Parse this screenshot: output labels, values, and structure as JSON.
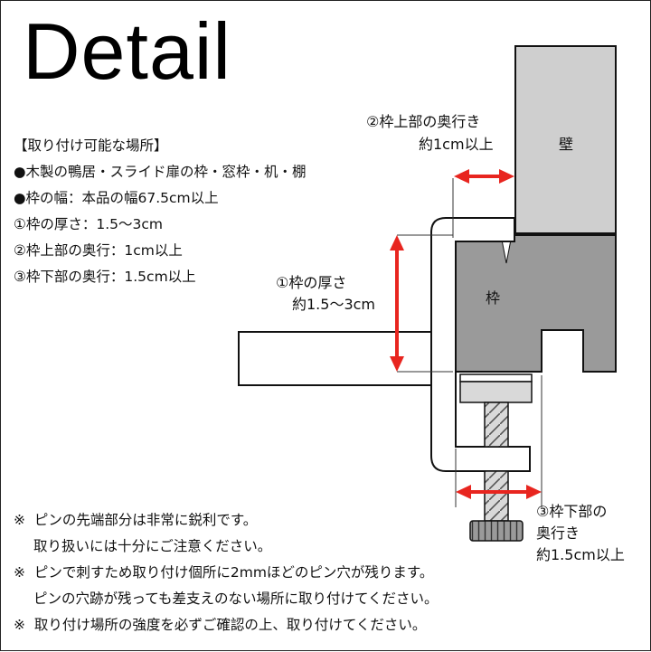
{
  "title": "Detail",
  "spec": {
    "heading": "【取り付け可能な場所】",
    "line1": "●木製の鴨居・スライド扉の枠・窓枠・机・棚",
    "line2": "●枠の幅：本品の幅67.5cm以上",
    "line3": "①枠の厚さ：1.5～3cm",
    "line4": "②枠上部の奥行：1cm以上",
    "line5": "③枠下部の奥行：1.5cm以上"
  },
  "diagram": {
    "wall_label": "壁",
    "frame_label": "枠",
    "label1_line1": "①枠の厚さ",
    "label1_line2": "約1.5～3cm",
    "label2_line1": "②枠上部の奥行き",
    "label2_line2": "約1cm以上",
    "label3_line1": "③枠下部の",
    "label3_line2": "奥行き",
    "label3_line3": "約1.5cm以上",
    "colors": {
      "arrow": "#e8251f",
      "wall": "#cfcfcf",
      "frame": "#9a9a9a",
      "screw": "#d9d9d9"
    }
  },
  "notes": {
    "mark": "※",
    "n1a": "ピンの先端部分は非常に鋭利です。",
    "n1b": "取り扱いには十分にご注意ください。",
    "n2a": "ピンで刺すため取り付け個所に2mmほどのピン穴が残ります。",
    "n2b": "ピンの穴跡が残っても差支えのない場所に取り付けてください。",
    "n3a": "取り付け場所の強度を必ずご確認の上、取り付けてください。"
  }
}
